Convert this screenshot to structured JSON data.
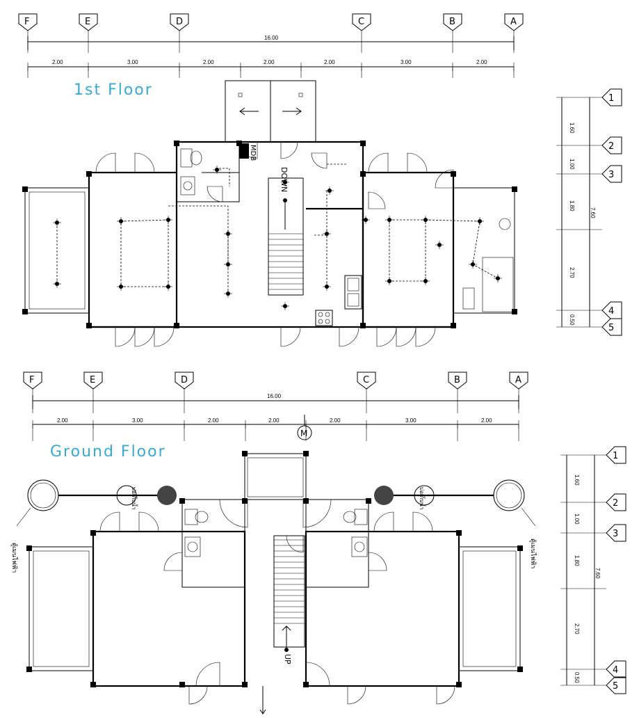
{
  "floors": [
    {
      "id": "first",
      "title": "1st Floor"
    },
    {
      "id": "ground",
      "title": "Ground Floor"
    }
  ],
  "colors": {
    "title": "#3aa9cf",
    "line": "#000000"
  },
  "grid_columns": [
    "F",
    "E",
    "D",
    "C",
    "B",
    "A"
  ],
  "grid_rows": [
    "1",
    "2",
    "3",
    "4",
    "5"
  ],
  "overall_width": "16.00",
  "column_spacings": [
    "2.00",
    "3.00",
    "2.00",
    "2.00",
    "2.00",
    "3.00",
    "2.00"
  ],
  "overall_depth": "7.60",
  "row_spacings": [
    "1.60",
    "1.00",
    "1.80",
    "2.70",
    "0.50"
  ],
  "labels": {
    "mdb": "MDB",
    "down": "DOWN",
    "up": "UP",
    "meter": "M",
    "tank_left": "บ่อเก็บน้ำ",
    "tank_right": "บ่อเก็บน้ำ",
    "cabinet_left": "ตู้เมนไฟฟ้า",
    "cabinet_right": "ตู้เมนไฟฟ้า"
  }
}
